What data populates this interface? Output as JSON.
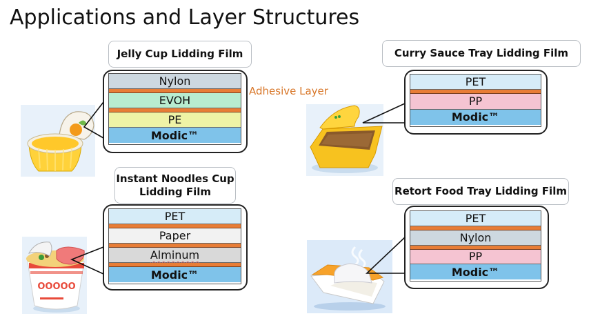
{
  "title": "Applications and Layer Structures",
  "colors": {
    "adhesive": "#e87d36",
    "adhesive_label": "#d87628",
    "PET": "#d6ecf8",
    "Nylon": "#cdd8e0",
    "EVOH": "#b8ecd0",
    "PE": "#eef3a6",
    "PP": "#f5c4d2",
    "Paper": "#f2f2f2",
    "Alminum": "#d9d9d9",
    "Modic": "#7fc3ea"
  },
  "adhesive_label": "Adhesive Layer",
  "applications": [
    {
      "id": "jelly-cup",
      "name": "Jelly Cup Lidding Film",
      "illustration": "jelly-cup-icon",
      "layers": [
        {
          "label": "Nylon",
          "type": "Nylon"
        },
        {
          "label": "",
          "type": "adhesive"
        },
        {
          "label": "EVOH",
          "type": "EVOH"
        },
        {
          "label": "",
          "type": "adhesive"
        },
        {
          "label": "PE",
          "type": "PE"
        },
        {
          "label": "Modic™",
          "type": "Modic"
        }
      ]
    },
    {
      "id": "curry-sauce-tray",
      "name": "Curry Sauce Tray Lidding Film",
      "illustration": "curry-tray-icon",
      "layers": [
        {
          "label": "PET",
          "type": "PET"
        },
        {
          "label": "",
          "type": "adhesive"
        },
        {
          "label": "PP",
          "type": "PP"
        },
        {
          "label": "Modic™",
          "type": "Modic"
        }
      ]
    },
    {
      "id": "instant-noodles-cup",
      "name": "Instant Noodles Cup Lidding Film",
      "name_lines": [
        "Instant Noodles Cup",
        "Lidding Film"
      ],
      "illustration": "noodle-cup-icon",
      "cup_text": "OOOOO",
      "layers": [
        {
          "label": "PET",
          "type": "PET"
        },
        {
          "label": "",
          "type": "adhesive"
        },
        {
          "label": "Paper",
          "type": "Paper"
        },
        {
          "label": "",
          "type": "adhesive"
        },
        {
          "label": "Alminum",
          "type": "Alminum"
        },
        {
          "label": "",
          "type": "adhesive"
        },
        {
          "label": "Modic™",
          "type": "Modic"
        }
      ]
    },
    {
      "id": "retort-food-tray",
      "name": "Retort Food Tray Lidding Film",
      "illustration": "retort-tray-icon",
      "layers": [
        {
          "label": "PET",
          "type": "PET"
        },
        {
          "label": "",
          "type": "adhesive"
        },
        {
          "label": "Nylon",
          "type": "Nylon"
        },
        {
          "label": "",
          "type": "adhesive"
        },
        {
          "label": "PP",
          "type": "PP"
        },
        {
          "label": "Modic™",
          "type": "Modic"
        }
      ]
    }
  ]
}
